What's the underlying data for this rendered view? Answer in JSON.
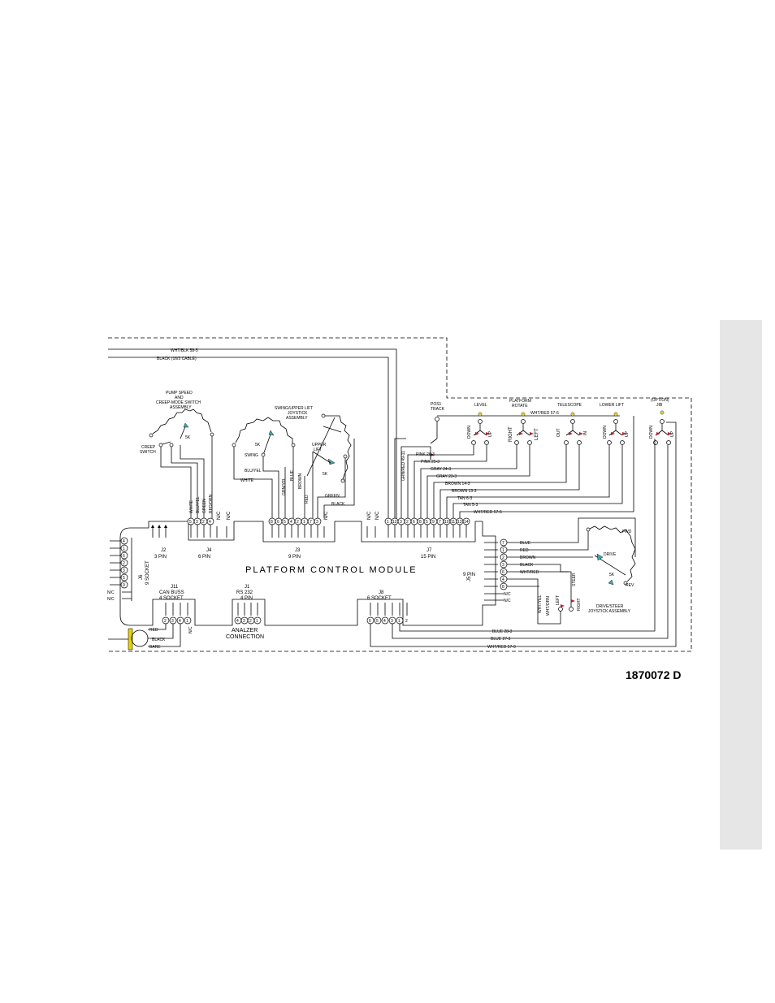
{
  "document": {
    "number": "1870072 D"
  },
  "module": {
    "title": "PLATFORM CONTROL MODULE",
    "connectors": {
      "j2": {
        "name": "J2",
        "desc": "3 PIN"
      },
      "j4": {
        "name": "J4",
        "desc": "6 PIN",
        "pins": [
          "5",
          "3",
          "2",
          "4",
          "N/C",
          "N/C"
        ],
        "wires": [
          "WHITE",
          "BLU/YEL",
          "GREEN",
          "RED/ORN"
        ]
      },
      "j3": {
        "name": "J3",
        "desc": "9 PIN",
        "pins": [
          "8",
          "6",
          "5",
          "4",
          "2",
          "1",
          "7",
          "3",
          "N/C"
        ]
      },
      "j7": {
        "name": "J7",
        "desc": "15 PIN",
        "pins": [
          "N/C",
          "N/C",
          "1",
          "12",
          "3",
          "2",
          "6",
          "8",
          "5",
          "9",
          "7",
          "10",
          "11",
          "13",
          "14"
        ]
      },
      "j6": {
        "name": "J6",
        "desc": "9 SOCKET",
        "pins": [
          "4",
          "1",
          "6",
          "2",
          "3",
          "5",
          "9",
          "N/C",
          "N/C"
        ]
      },
      "j5": {
        "name": "J5",
        "desc": "9 PIN",
        "pins": [
          "7",
          "1",
          "2",
          "3",
          "6",
          "4",
          "8",
          "N/C",
          "N/C"
        ]
      },
      "j11": {
        "name": "J11",
        "desc1": "CAN BUSS",
        "desc2": "4 SOCKET",
        "pins": [
          "2",
          "3",
          "4",
          "1"
        ],
        "nc": "N/C"
      },
      "j1": {
        "name": "J1",
        "desc1": "RS 232",
        "desc2": "4 PIN",
        "pins": [
          "4",
          "3",
          "2",
          "1"
        ]
      },
      "j8": {
        "name": "J8",
        "desc": "6 SOCKET",
        "pins": [
          "6",
          "5",
          "4",
          "3",
          "1",
          "2"
        ]
      }
    }
  },
  "cable": {
    "lines": [
      "WHT/BLK 58-5",
      "BLACK (16/3 CABLE)"
    ]
  },
  "pump_switch": {
    "title": [
      "PUMP SPEED",
      "AND",
      "CREEP-MODE SWITCH",
      "ASSEMBLY"
    ],
    "creep": [
      "CREEP",
      "SWITCH"
    ],
    "r": "5K"
  },
  "swing_joystick": {
    "title": [
      "SWING/UPPER LIFT",
      "JOYSTICK",
      "ASSEMBLY"
    ],
    "swing": "SWING",
    "upper_lift": [
      "UPPER",
      "LIFT"
    ],
    "r": "5K",
    "wires": {
      "blu_yel": "BLU/YEL",
      "white": "WHITE",
      "grn_yel": "GRN/YEL",
      "blue": "BLUE",
      "brown": "BROWN",
      "red": "RED",
      "green": "GREEN",
      "black": "BLACK"
    }
  },
  "switch_panel": {
    "groups": [
      {
        "title": [
          "POS1",
          "TRACK"
        ],
        "labels": []
      },
      {
        "title": [
          "LEVEL"
        ],
        "labels": [
          "DOWN",
          "UP"
        ]
      },
      {
        "title": [
          "PLATFORM",
          "ROTATE"
        ],
        "labels": [
          "RIGHT",
          "LEFT"
        ]
      },
      {
        "title": [
          "TELESCOPE"
        ],
        "labels": [
          "OUT",
          "IN"
        ]
      },
      {
        "title": [
          "LOWER LIFT"
        ],
        "labels": [
          "DOWN",
          "UP"
        ]
      },
      {
        "title": [
          "(OPTION)",
          "JIB"
        ],
        "labels": [
          "DOWN",
          "UP"
        ]
      }
    ],
    "feed": "WHT/RED 57-6",
    "wires": [
      "PINK 26-3",
      "PINK 25-3",
      "GRAY 24-3",
      "GRAY 23-3",
      "BROWN 14-3",
      "BROWN 13-3",
      "TAN 6-3",
      "TAN 5-3",
      "WHT/RED 57-6"
    ],
    "grn_red": "GRN/RED 49-11"
  },
  "drive_joystick": {
    "title": [
      "DRIVE/STEER",
      "JOYSTICK ASSEMBLY"
    ],
    "fwd": "FWD",
    "drive": "DRIVE",
    "rev": "REV",
    "r": "5K",
    "steer": "STEER",
    "left": "LEFT",
    "right": "RIGHT",
    "wires": [
      "BLUE",
      "RED",
      "BROWN",
      "BLACK",
      "WHT/RED",
      "WHT/YEL",
      "WHT/ORN"
    ],
    "nc": [
      "N/C",
      "N/C"
    ]
  },
  "j6_nc": [
    "N/C",
    "N/C"
  ],
  "can_wires": [
    "RED",
    "BLACK",
    "BARE"
  ],
  "analyzer": [
    "ANALZER",
    "CONNECTION"
  ],
  "bottom_wires": [
    "BLUE 28-3",
    "BLUE 27-3",
    "WHT/RED 57-9"
  ]
}
